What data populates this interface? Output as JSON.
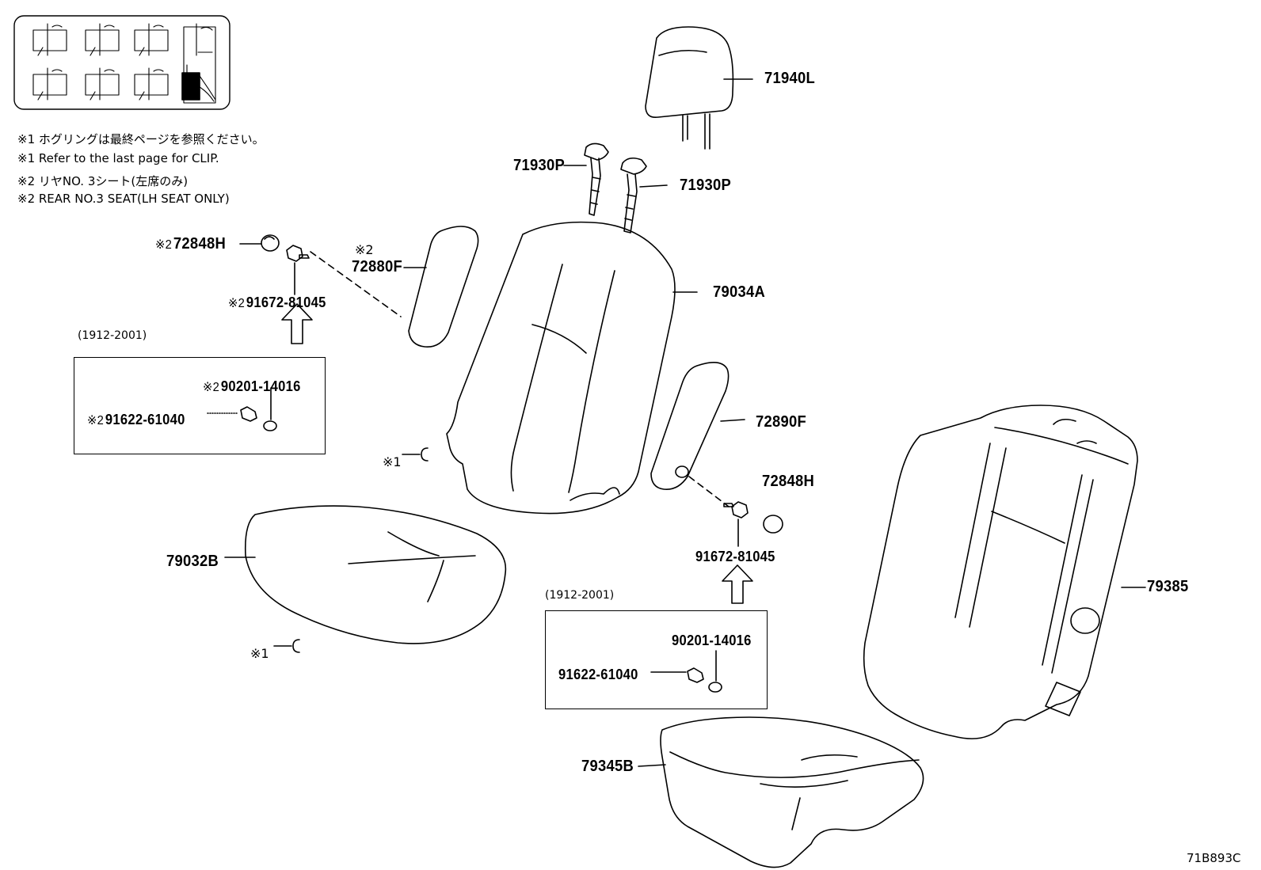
{
  "notes": [
    "※1 ホグリングは最終ページを参照ください。",
    "※1 Refer to the last page for CLIP.",
    "※2 リヤNO. 3シート(左席のみ)",
    "※2 REAR NO.3 SEAT(LH SEAT ONLY)"
  ],
  "parts": {
    "p71940L": "71940L",
    "p71930P_a": "71930P",
    "p71930P_b": "71930P",
    "p72848H_a": "72848H",
    "p72848H_b": "72848H",
    "p72880F": "72880F",
    "p79034A": "79034A",
    "p91672_a": "91672-81045",
    "p91672_b": "91672-81045",
    "p90201_a": "90201-14016",
    "p90201_b": "90201-14016",
    "p91622_a": "91622-61040",
    "p91622_b": "91622-61040",
    "p72890F": "72890F",
    "p79032B": "79032B",
    "p79385": "79385",
    "p79345B": "79345B"
  },
  "marks": {
    "note2": "※2",
    "note1": "※1"
  },
  "date_ranges": {
    "left": "(1912-2001)",
    "right": "(1912-2001)"
  },
  "diagram_code": "71B893C"
}
